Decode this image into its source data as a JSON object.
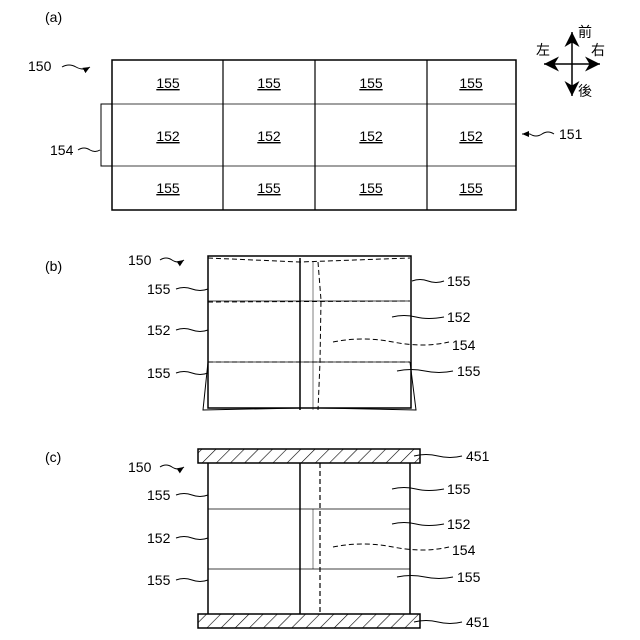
{
  "panels": {
    "a": {
      "label": "(a)",
      "ref_assembly": "150",
      "ref_side_piece": "154",
      "ref_sheet": "151",
      "top_row": [
        "155",
        "155",
        "155",
        "155"
      ],
      "middle_row": [
        "152",
        "152",
        "152",
        "152"
      ],
      "bottom_row": [
        "155",
        "155",
        "155",
        "155"
      ]
    },
    "b": {
      "label": "(b)",
      "ref_assembly": "150",
      "left_top": "155",
      "left_middle": "152",
      "left_bottom": "155",
      "right_top": "155",
      "right_middle": "152",
      "right_side_piece": "154",
      "right_bottom": "155"
    },
    "c": {
      "label": "(c)",
      "ref_assembly": "150",
      "left_top": "155",
      "left_middle": "152",
      "left_bottom": "155",
      "right_plate_top": "451",
      "right_top": "155",
      "right_middle": "152",
      "right_side_piece": "154",
      "right_bottom": "155",
      "right_plate_bottom": "451"
    }
  },
  "compass": {
    "front": "前",
    "back": "後",
    "left": "左",
    "right": "右"
  }
}
